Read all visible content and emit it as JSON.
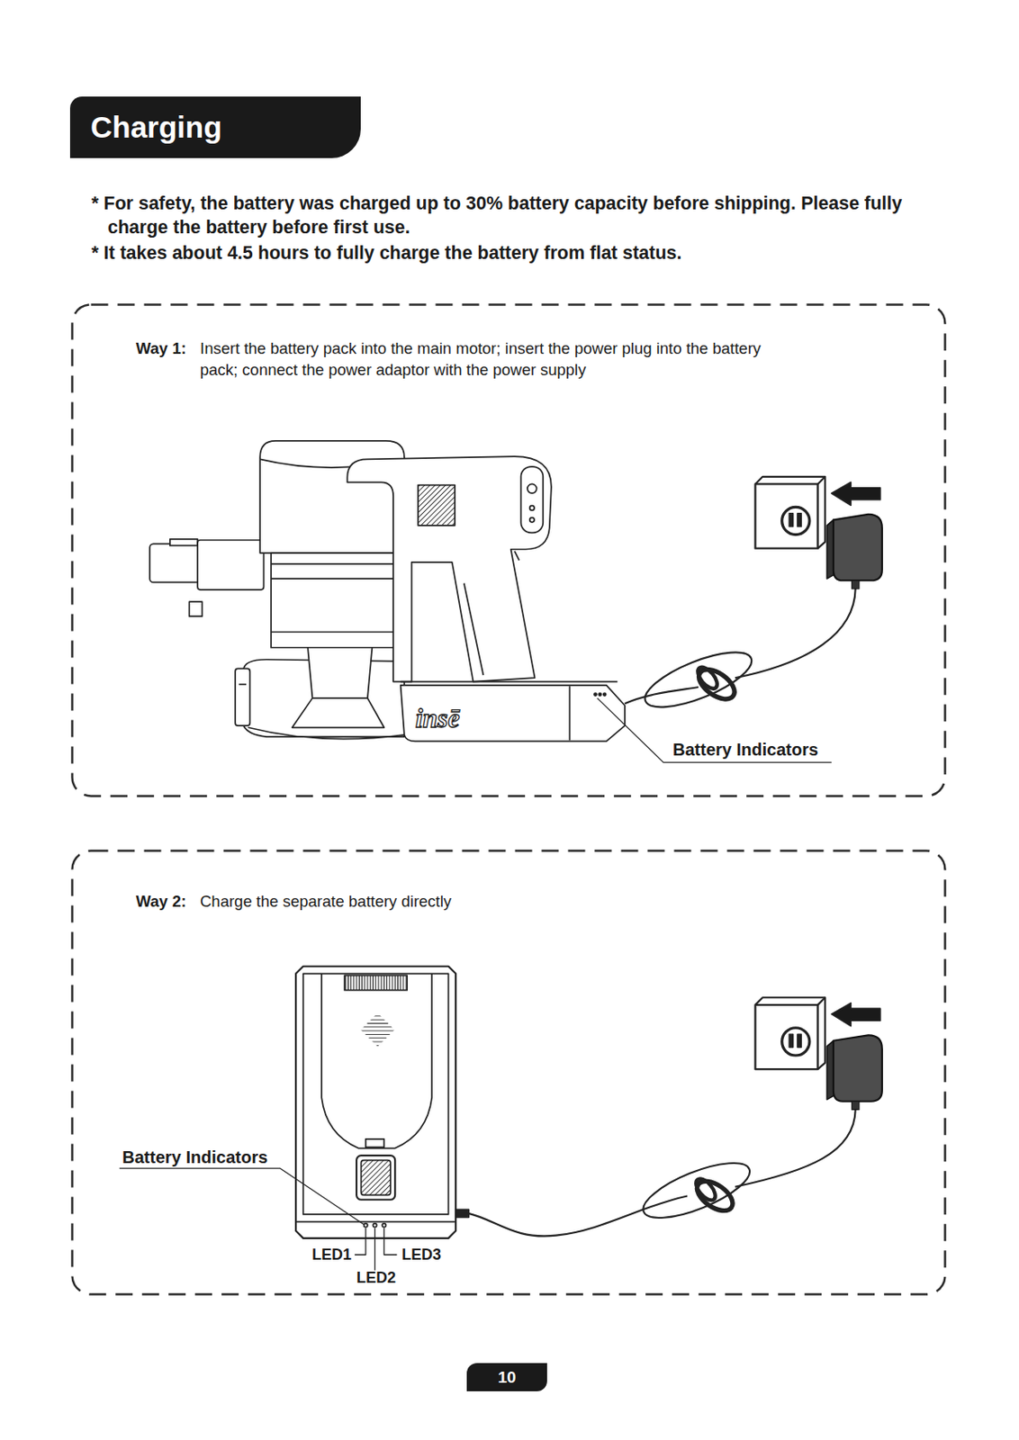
{
  "diagram": {
    "title": "Charging",
    "nodes": [
      {
        "text": [
          "Way 1:",
          "Insert the battery pack into the main motor; insert the power plug into the battery pack; connect the power adaptor with the power supply"
        ]
      },
      {
        "text": [
          "Way 2:",
          "Charge the separate battery directly"
        ]
      },
      {
        "text": [
          "10"
        ]
      }
    ],
    "labels": [
      "* For safety, the battery was charged up to 30% battery capacity before shipping. Please fully charge the battery before first use.",
      "* It takes about 4.5 hours to fully charge the battery from flat status.",
      "insē",
      "Battery Indicators",
      "Battery Indicators",
      "LED1",
      "LED3",
      "LED2"
    ]
  }
}
